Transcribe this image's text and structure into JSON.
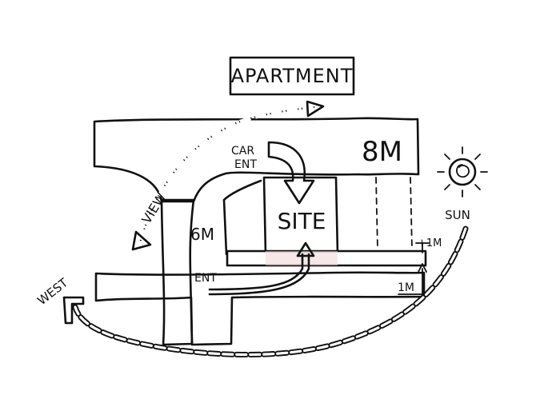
{
  "labels": {
    "apartment": "APARTMENT",
    "road_main_width": "8M",
    "road_side_width": "6M",
    "car_entrance_line1": "CAR",
    "car_entrance_line2": "ENT",
    "site": "SITE",
    "pedestrian_entrance": "ENT",
    "view": "VIEW",
    "west": "WEST",
    "sun": "SUN",
    "level_upper": "+1M",
    "level_lower": "1M"
  },
  "colors": {
    "road": "#d4d4d4",
    "site_fill": "#f1d6d6",
    "arrow_fill": "#e8cfcf",
    "ink": "#111111"
  }
}
